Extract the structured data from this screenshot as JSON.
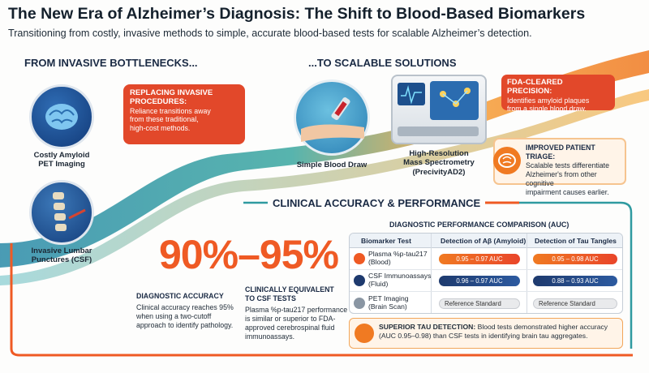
{
  "header": {
    "title": "The New Era of Alzheimer’s Diagnosis: The Shift to Blood-Based Biomarkers",
    "subtitle": "Transitioning from costly, invasive methods to simple, accurate blood-based tests for scalable Alzheimer’s detection."
  },
  "left": {
    "heading": "FROM INVASIVE BOTTLENECKS...",
    "pet_caption_1": "Costly Amyloid",
    "pet_caption_2": "PET Imaging",
    "lumbar_caption_1": "Invasive Lumbar",
    "lumbar_caption_2": "Punctures (CSF)",
    "callout_title_1": "REPLACING INVASIVE",
    "callout_title_2": "PROCEDURES:",
    "callout_body_1": "Reliance transitions away",
    "callout_body_2": "from these traditional,",
    "callout_body_3": "high-cost methods."
  },
  "right": {
    "heading": "...TO SCALABLE SOLUTIONS",
    "blood_caption": "Simple Blood Draw",
    "spec_caption_1": "High-Resolution",
    "spec_caption_2": "Mass Spectrometry",
    "spec_caption_3": "(PrecivityAD2)",
    "fda_title": "FDA-CLEARED PRECISION:",
    "fda_body_1": "Identifies amyloid plaques",
    "fda_body_2": "from a single blood draw.",
    "triage_title": "IMPROVED PATIENT TRIAGE:",
    "triage_body_1": "Scalable tests differentiate",
    "triage_body_2": "Alzheimer's from other cognitive",
    "triage_body_3": "impairment causes earlier."
  },
  "clinical": {
    "heading": "CLINICAL ACCURACY & PERFORMANCE",
    "big_value": "90%–95%",
    "acc_title": "DIAGNOSTIC ACCURACY",
    "acc_body_1": "Clinical accuracy reaches 95%",
    "acc_body_2": "when using a two-cutoff",
    "acc_body_3": "approach to identify pathology.",
    "equiv_title_1": "CLINICALLY EQUIVALENT",
    "equiv_title_2": "TO CSF TESTS",
    "equiv_body_1": "Plasma %p-tau217 performance",
    "equiv_body_2": "is similar or superior to FDA-",
    "equiv_body_3": "approved cerebrospinal fluid",
    "equiv_body_4": "immunoassays."
  },
  "table": {
    "title": "DIAGNOSTIC PERFORMANCE COMPARISON (AUC)",
    "col_1": "Biomarker Test",
    "col_2": "Detection of Aβ (Amyloid)",
    "col_3": "Detection of Tau Tangles",
    "rows": [
      {
        "name": "Plasma %p-tau217",
        "sub": "(Blood)",
        "amyloid": "0.95 – 0.97 AUC",
        "tau": "0.95 – 0.98 AUC"
      },
      {
        "name": "CSF Immunoassays",
        "sub": "(Fluid)",
        "amyloid": "0.96 – 0.97 AUC",
        "tau": "0.88 – 0.93 AUC"
      },
      {
        "name": "PET Imaging",
        "sub": "(Brain Scan)",
        "amyloid": "Reference Standard",
        "tau": "Reference Standard"
      }
    ],
    "note_title": "SUPERIOR TAU DETECTION:",
    "note_body_1": " Blood tests demonstrated higher accuracy",
    "note_body_2": "(AUC 0.95–0.98) than CSF tests in identifying brain tau aggregates."
  },
  "colors": {
    "orange": "#ef5a24",
    "navy": "#1e3a6e",
    "teal": "#2f9aa0",
    "callout_red": "#e2482a"
  }
}
